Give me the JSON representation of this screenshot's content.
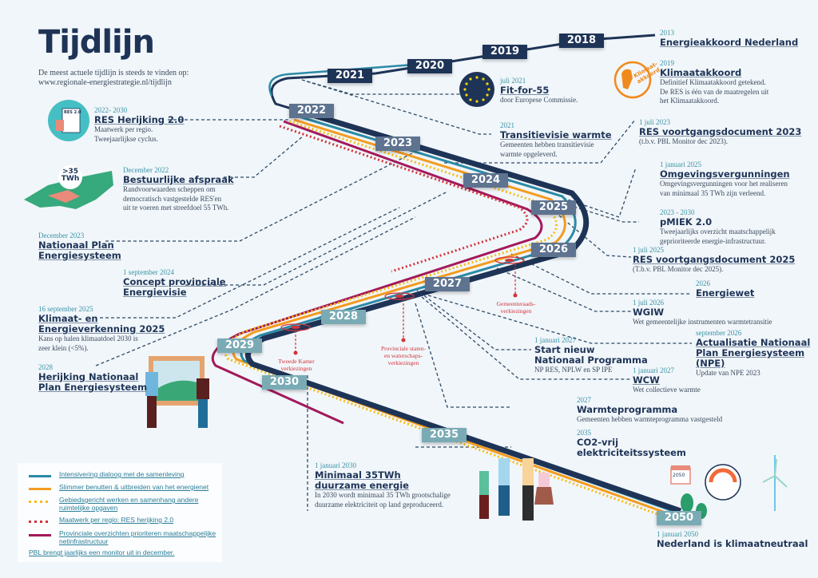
{
  "title": "Tijdlijn",
  "intro": {
    "line1": "De meest actuele tijdlijn is steeds te vinden op:",
    "line2": "www.regionale-energiestrategie.nl/tijdlijn"
  },
  "years": [
    "2018",
    "2019",
    "2020",
    "2021",
    "2022",
    "2023",
    "2024",
    "2025",
    "2026",
    "2027",
    "2028",
    "2029",
    "2030",
    "2035",
    "2050"
  ],
  "events": {
    "energieakkoord": {
      "date": "2013",
      "title": "Energieakkoord Nederland"
    },
    "klimaatakkoord": {
      "date": "2019",
      "title": "Klimaatakkoord",
      "text": [
        "Definitief Klimaatakkoord getekend.",
        "De RES is één van de maatregelen uit",
        "het Klimaatakkoord."
      ],
      "badge": "Klimaat-akkoord"
    },
    "fitfor55": {
      "date": "juli 2021",
      "title": "Fit-for-55",
      "text": [
        "door Europese Commissie."
      ]
    },
    "transitievisie": {
      "date": "2021",
      "title": "Transitievisie warmte",
      "text": [
        "Gemeenten hebben transitievisie",
        "warmte opgeleverd."
      ]
    },
    "res_herijking": {
      "date": "2022- 2030",
      "title": "RES Herijking 2.0",
      "text": [
        "Maatwerk per regio.",
        "Tweejaarlijkse cyclus."
      ],
      "badge": "RES 2.0"
    },
    "bestuurlijke": {
      "date": "December 2022",
      "title": "Bestuurlijke afspraak",
      "text": [
        "Randvoorwaarden scheppen om",
        "democratisch vastgestelde RES'en",
        "uit te voeren met streefdoel 55 TWh."
      ],
      "badge": [
        ">35",
        "TWh"
      ]
    },
    "res_vg2023": {
      "date": "1 juli 2023",
      "title": "RES voortgangsdocument 2023",
      "text": [
        "(t.b.v. PBL Monitor dec 2023)."
      ]
    },
    "omgevingsvergunningen": {
      "date": "1 januari 2025",
      "title": "Omgevingsvergunningen",
      "text": [
        "Omgevingsvergunningen voor het realiseren",
        "van minimaal 35 TWh zijn verleend."
      ]
    },
    "pmiek": {
      "date": "2023 - 2030",
      "title": "pMIEK 2.0",
      "text": [
        "Tweejaarlijks overzicht maatschappelijk",
        "geprioriteerde energie-infrastructuur."
      ]
    },
    "res_vg2025": {
      "date": "1 juli 2025",
      "title": "RES voortgangsdocument 2025",
      "text": [
        "(T.b.v. PBL Monitor dec 2025)."
      ]
    },
    "npe2023": {
      "date": "December 2023",
      "title": [
        "Nationaal Plan",
        "Energiesysteem"
      ]
    },
    "concept_prov": {
      "date": "1 september 2024",
      "title": [
        "Concept provinciale",
        "Energievisie"
      ]
    },
    "kev2025": {
      "date": "16 september 2025",
      "title": [
        "Klimaat- en",
        "Energieverkenning 2025"
      ],
      "text": [
        "Kans op halen klimaatdoel 2030 is",
        "zeer klein (<5%)."
      ]
    },
    "herijking_npe": {
      "date": "2028",
      "title": [
        "Herijking Nationaal",
        "Plan Energiesysteem"
      ]
    },
    "energiewet": {
      "date": "2026",
      "title": "Energiewet"
    },
    "wgiw": {
      "date": "1 juli 2026",
      "title": "WGIW",
      "text": [
        "Wet gemeentelijke instrumenten warmtetransitie"
      ]
    },
    "actualisatie_npe": {
      "date": "september 2026",
      "title": [
        "Actualisatie Nationaal",
        "Plan Energiesysteem (NPE)"
      ],
      "text": [
        "Update van NPE 2023"
      ]
    },
    "start_np": {
      "date": "1 januari 2027",
      "title": [
        "Start nieuw",
        "Nationaal Programma"
      ],
      "text": [
        "NP RES, NPLW en SP IPE"
      ]
    },
    "wcw": {
      "date": "1 januari 2027",
      "title": "WCW",
      "text": [
        "Wet collectieve warmte"
      ]
    },
    "warmteprogramma": {
      "date": "2027",
      "title": "Warmteprogramma",
      "text": [
        "Gemeenten hebben warmteprogramma vastgesteld"
      ]
    },
    "co2vrij": {
      "date": "2035",
      "title": [
        "CO2-vrij",
        "elektriciteitssysteem"
      ]
    },
    "minimaal35": {
      "date": "1 januari 2030",
      "title": [
        "Minimaal 35TWh",
        "duurzame energie"
      ],
      "text": [
        "In 2030 wordt minimaal 35 TWh grootschalige",
        "duurzame elektriciteit op land geproduceerd."
      ]
    },
    "klimaatneutraal": {
      "date": "1 januari 2050",
      "title": "Nederland is klimaatneutraal"
    }
  },
  "elections": {
    "gemeenteraad": [
      "Gemeenteraads-",
      "verkiezingen"
    ],
    "provinciale": [
      "Provinciale staten-",
      "en waterschaps-",
      "verkiezingen"
    ],
    "tweede_kamer": [
      "Tweede Kamer",
      "verkiezingen"
    ]
  },
  "calendar_badge": "2050",
  "legend": {
    "items": [
      {
        "label": [
          "Intensivering dialoog met de samenleving"
        ],
        "color": "#2b8aa6",
        "style": "solid"
      },
      {
        "label": [
          "Slimmer benutten & uitbreiden van het energienet"
        ],
        "color": "#f39c1f",
        "style": "solid"
      },
      {
        "label": [
          "Gebiedsgericht werken en samenhang andere",
          "ruimtelijke opgaven"
        ],
        "color": "#f6bd16",
        "style": "dotted"
      },
      {
        "label": [
          "Maatwerk per regio: RES herijking 2.0"
        ],
        "color": "#d2333a",
        "style": "dotted"
      },
      {
        "label": [
          "Provinciale overzichten prioriteren maatschappelijke",
          "netinfrastructuur"
        ],
        "color": "#a3195b",
        "style": "solid"
      }
    ],
    "footer": "PBL brengt jaarlijks een monitor uit in december."
  },
  "colors": {
    "navy": "#1e3457",
    "teal": "#2b8aa6",
    "orange": "#f39c1f",
    "yellow": "#f6bd16",
    "red": "#d2333a",
    "magenta": "#a3195b",
    "klimaat_orange": "#f08a1c"
  }
}
